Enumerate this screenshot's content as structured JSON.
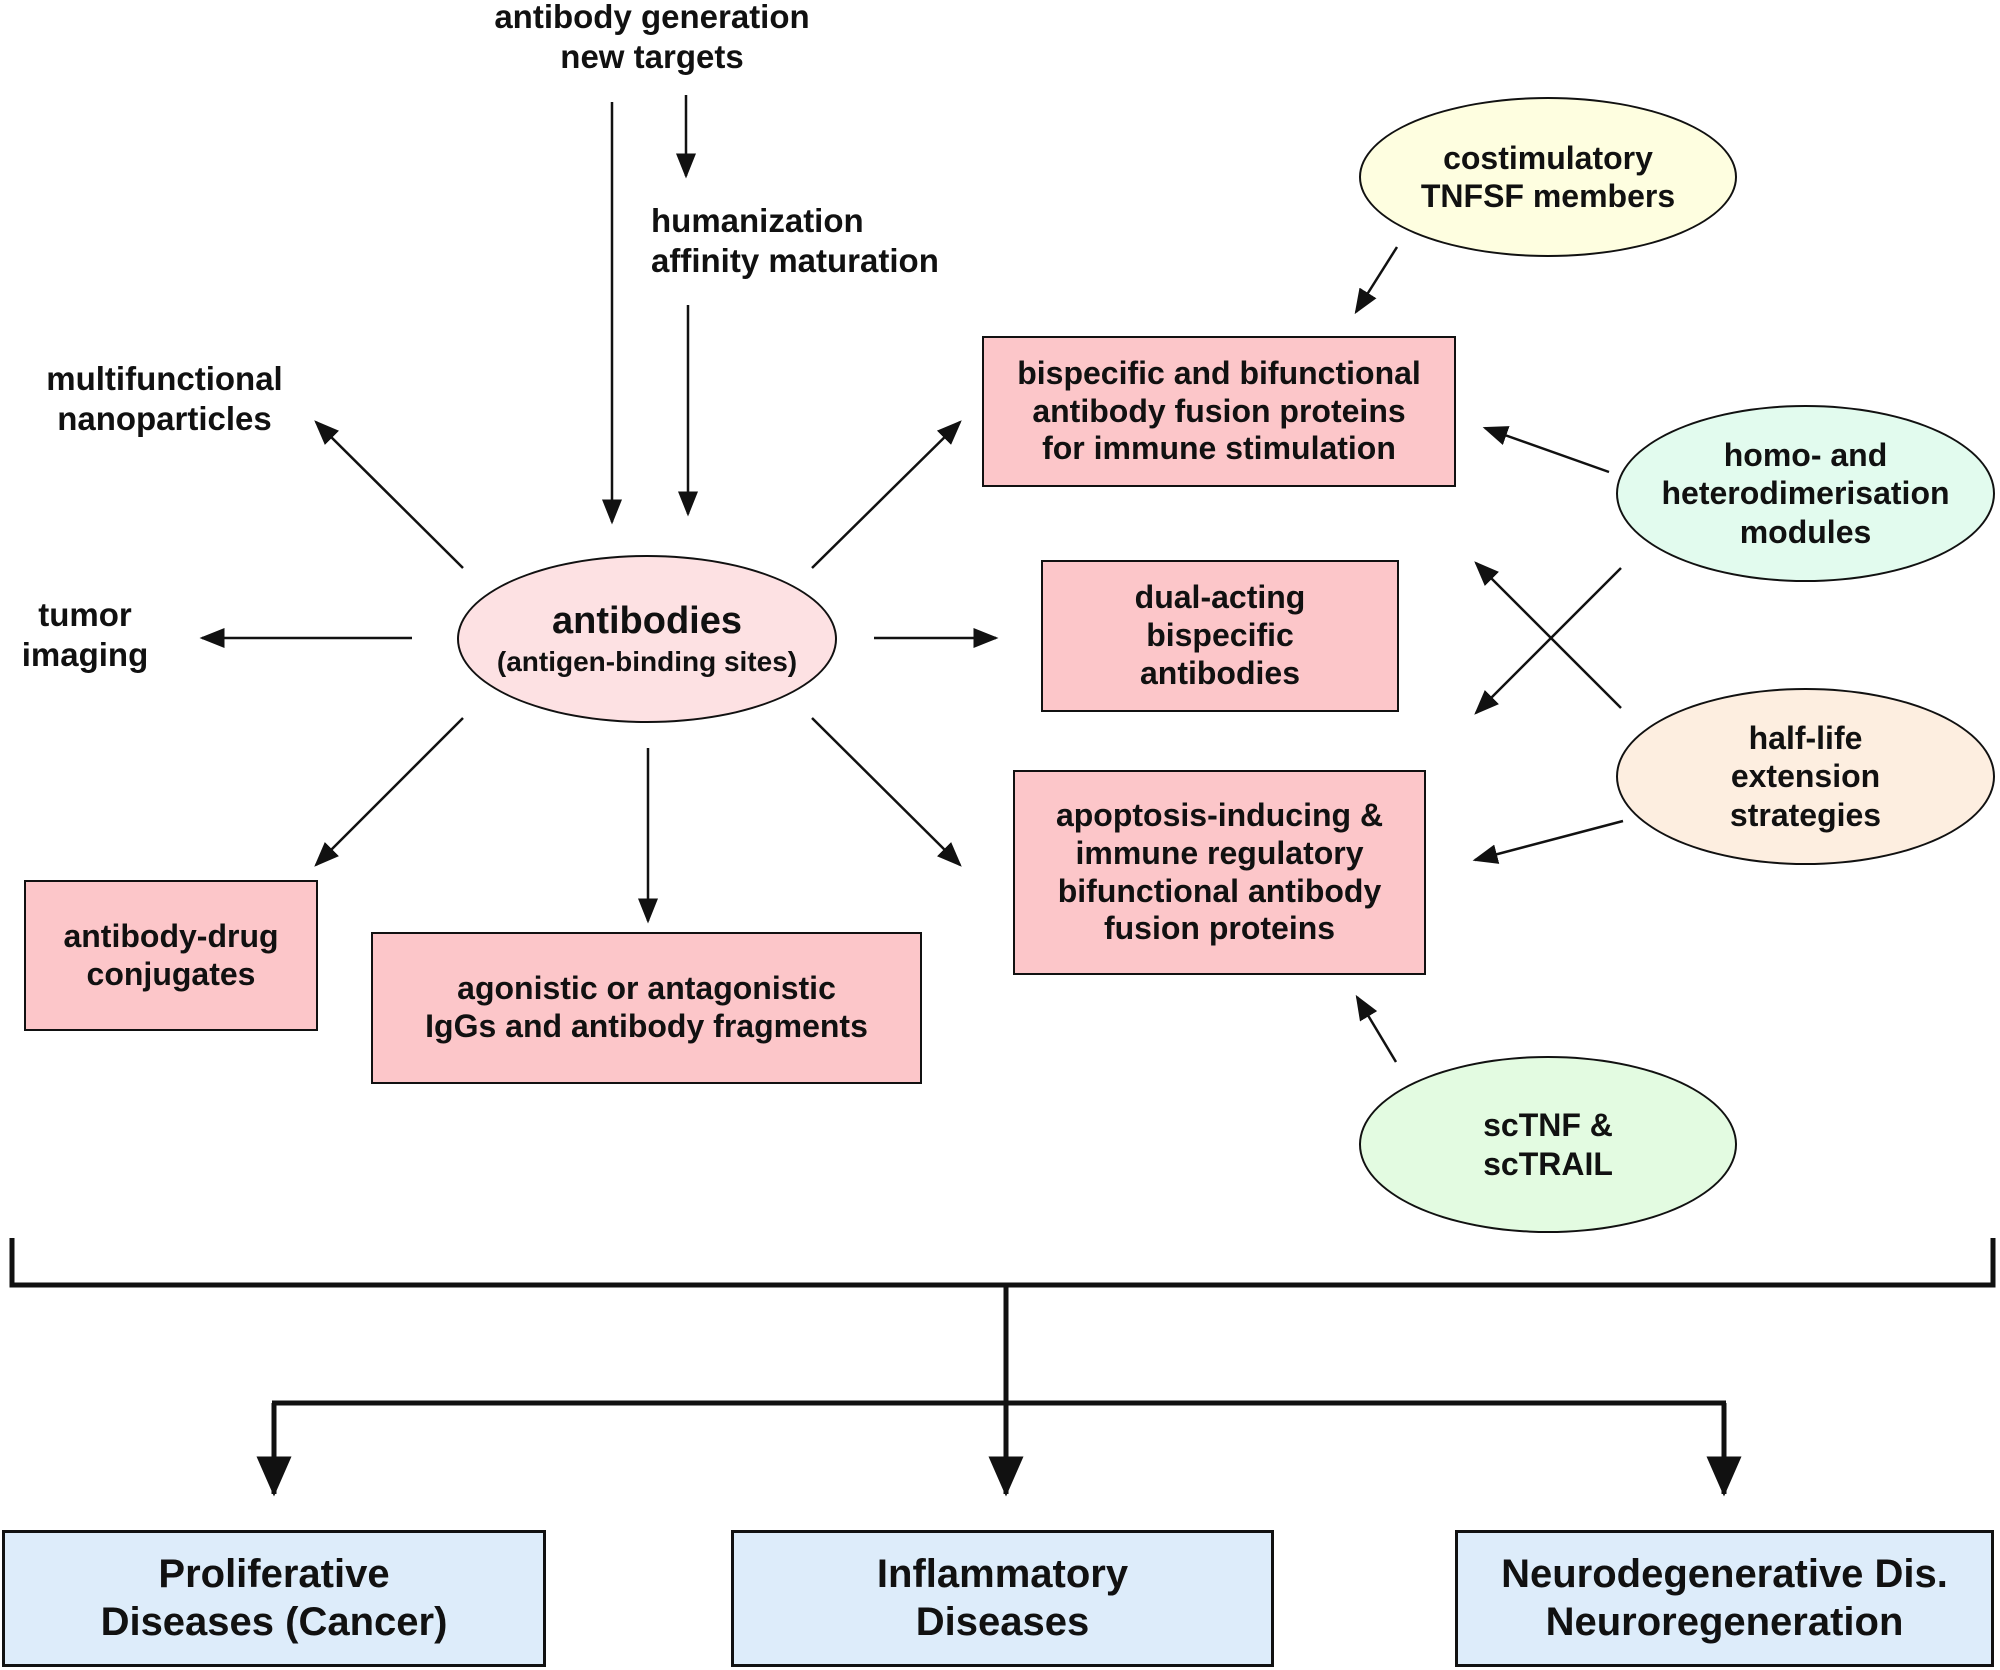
{
  "inputs": {
    "top": [
      "antibody generation",
      "new targets"
    ],
    "humanization": [
      "humanization",
      "affinity maturation"
    ]
  },
  "center": {
    "title": "antibodies",
    "subtitle": "(antigen-binding sites)"
  },
  "left": {
    "nanoparticles": [
      "multifunctional",
      "nanoparticles"
    ],
    "imaging": [
      "tumor",
      "imaging"
    ]
  },
  "products": {
    "adc": [
      "antibody-drug",
      "conjugates"
    ],
    "igg": [
      "agonistic or antagonistic",
      "IgGs and antibody fragments"
    ],
    "bispecific_immune": [
      "bispecific and bifunctional",
      "antibody fusion proteins",
      "for immune stimulation"
    ],
    "dual_acting": [
      "dual-acting",
      "bispecific",
      "antibodies"
    ],
    "apoptosis": [
      "apoptosis-inducing &",
      "immune regulatory",
      "bifunctional antibody",
      "fusion proteins"
    ]
  },
  "modules": {
    "costimulatory": [
      "costimulatory",
      "TNFSF members"
    ],
    "dimerisation": [
      "homo- and",
      "heterodimerisation",
      "modules"
    ],
    "halflife": [
      "half-life",
      "extension",
      "strategies"
    ],
    "sctnf": [
      "scTNF &",
      "scTRAIL"
    ]
  },
  "diseases": {
    "proliferative": [
      "Proliferative",
      "Diseases (Cancer)"
    ],
    "inflammatory": [
      "Inflammatory",
      "Diseases"
    ],
    "neuro": [
      "Neurodegenerative Dis.",
      "Neuroregeneration"
    ]
  },
  "colors": {
    "product_fill": "#fcc6c9",
    "center_fill": "#fde1e3",
    "disease_fill": "#ddecfa",
    "costimulatory_fill": "#fefee0",
    "dimerisation_fill": "#e2fbee",
    "halflife_fill": "#fdeee0",
    "sctnf_fill": "#e3fbe1",
    "line": "#111111"
  }
}
